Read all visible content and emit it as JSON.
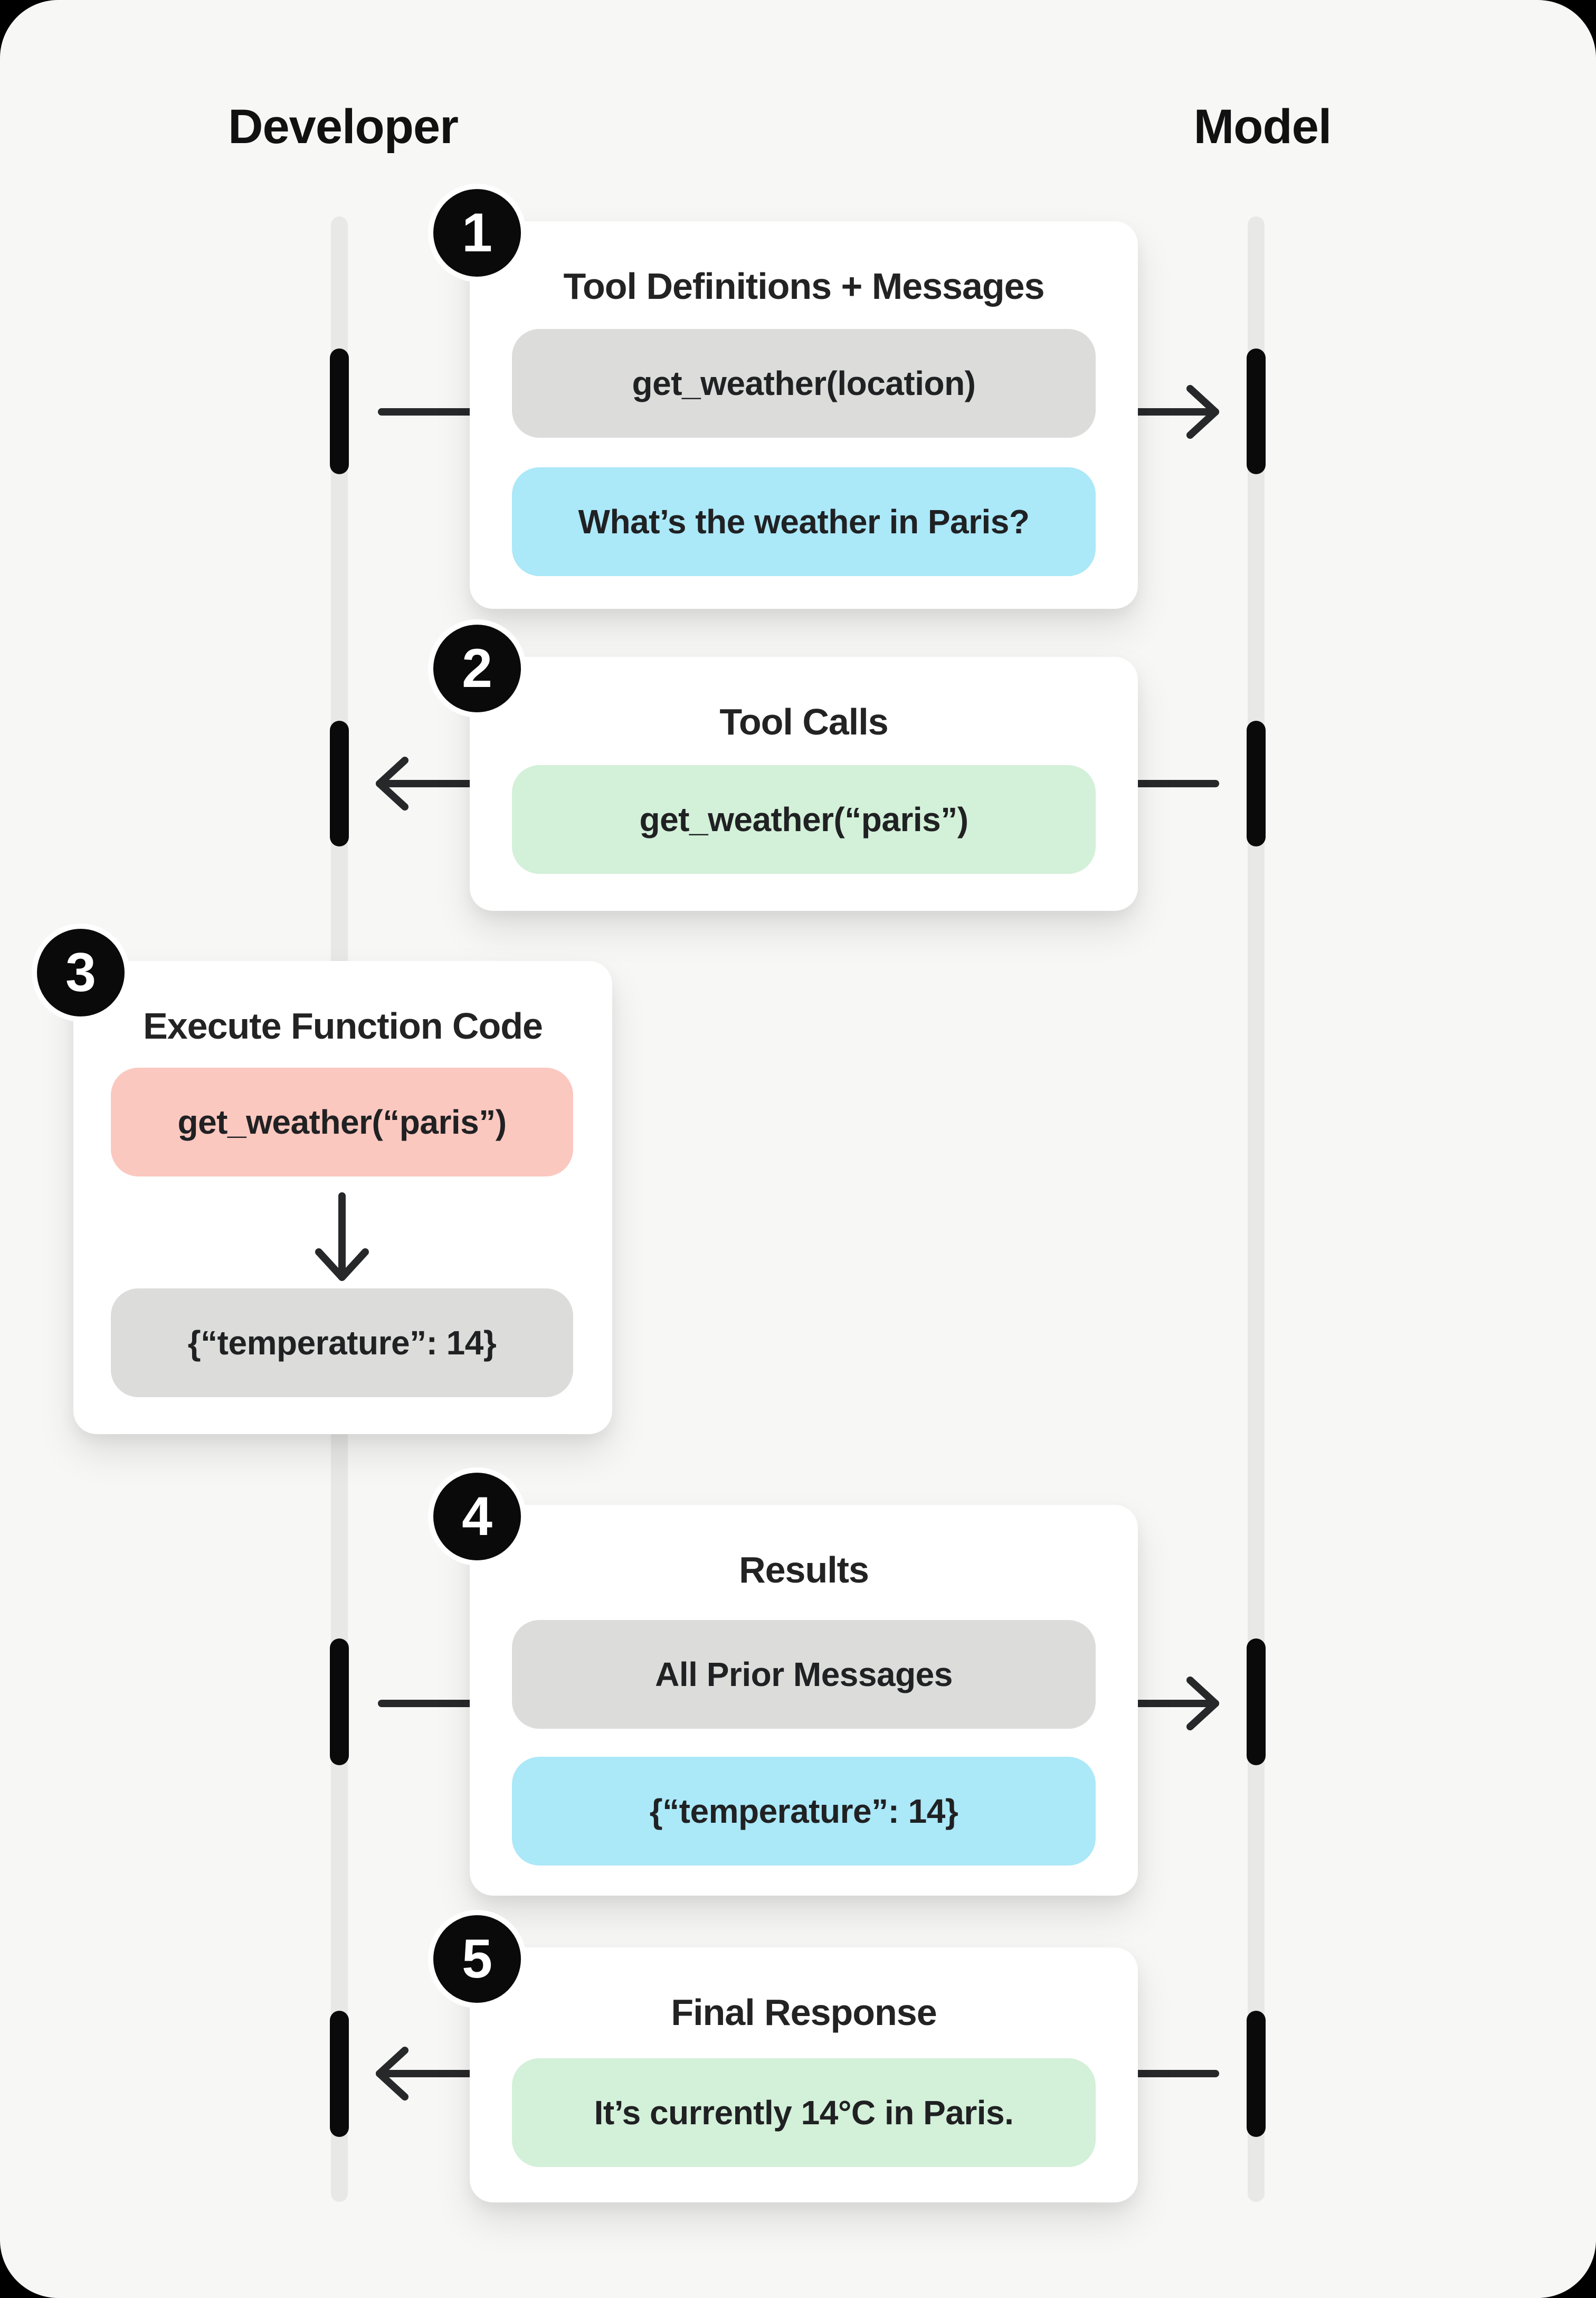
{
  "colors": {
    "page_bg": "#000000",
    "panel_bg": "#f7f7f6",
    "lifeline": "#e8e8e7",
    "bar": "#0a0a0a",
    "arrow": "#26282a",
    "card_bg": "#ffffff",
    "title_text": "#232323",
    "pill_text": "#202123",
    "actor_text": "#111111",
    "badge_bg": "#0a0a0a",
    "badge_ring": "#ffffff",
    "badge_text": "#ffffff",
    "pill_gray": "#dcdcdb",
    "pill_blue": "#abe8f8",
    "pill_green": "#d3f0d9",
    "pill_pink": "#fbc8c0"
  },
  "actors": {
    "developer": "Developer",
    "model": "Model"
  },
  "steps": [
    {
      "number": "1",
      "title": "Tool Definitions + Messages",
      "arrow": "developer-to-model",
      "pills": [
        {
          "type": "gray",
          "text": "get_weather(location)"
        },
        {
          "type": "blue",
          "text": "What’s the weather in Paris?"
        }
      ]
    },
    {
      "number": "2",
      "title": "Tool Calls",
      "arrow": "model-to-developer",
      "pills": [
        {
          "type": "green",
          "text": "get_weather(“paris”)"
        }
      ]
    },
    {
      "number": "3",
      "title": "Execute Function Code",
      "arrow": "down",
      "pills": [
        {
          "type": "pink",
          "text": "get_weather(“paris”)"
        },
        {
          "type": "gray",
          "text": "{“temperature”: 14}"
        }
      ]
    },
    {
      "number": "4",
      "title": "Results",
      "arrow": "developer-to-model",
      "pills": [
        {
          "type": "gray",
          "text": "All Prior Messages"
        },
        {
          "type": "blue",
          "text": "{“temperature”: 14}"
        }
      ]
    },
    {
      "number": "5",
      "title": "Final Response",
      "arrow": "model-to-developer",
      "pills": [
        {
          "type": "green",
          "text": "It’s currently 14°C in Paris."
        }
      ]
    }
  ]
}
